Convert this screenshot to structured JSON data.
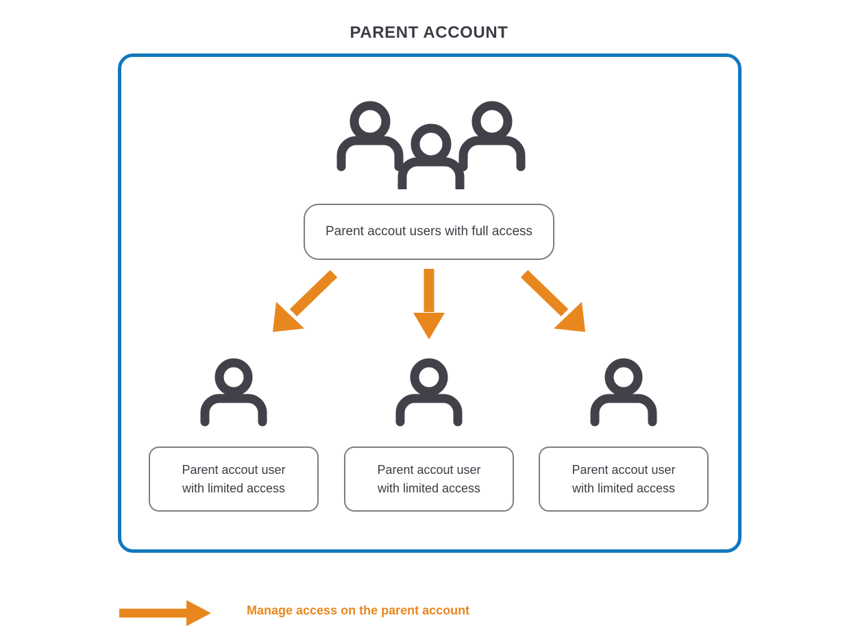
{
  "page": {
    "title": "PARENT ACCOUNT",
    "background": "#ffffff"
  },
  "colors": {
    "container_border": "#1278be",
    "box_border": "#7c7d85",
    "text_dark": "#3b3d45",
    "accent_orange": "#e8871e",
    "icon_dark": "#414249"
  },
  "container": {
    "name": "parent-account-container",
    "group_icon": "users-group-icon",
    "top_box": {
      "label": "Parent accout users with full access",
      "icon": "users-group-icon"
    },
    "arrows": [
      {
        "name": "arrow-down-left",
        "direction": "down-left"
      },
      {
        "name": "arrow-down",
        "direction": "down"
      },
      {
        "name": "arrow-down-right",
        "direction": "down-right"
      }
    ],
    "children": [
      {
        "icon": "person-icon",
        "line1": "Parent accout user",
        "line2": "with limited access"
      },
      {
        "icon": "person-icon",
        "line1": "Parent accout user",
        "line2": "with limited access"
      },
      {
        "icon": "person-icon",
        "line1": "Parent accout user",
        "line2": "with limited access"
      }
    ]
  },
  "legend": {
    "arrow_icon": "arrow-right-icon",
    "label": "Manage access on the parent account"
  }
}
